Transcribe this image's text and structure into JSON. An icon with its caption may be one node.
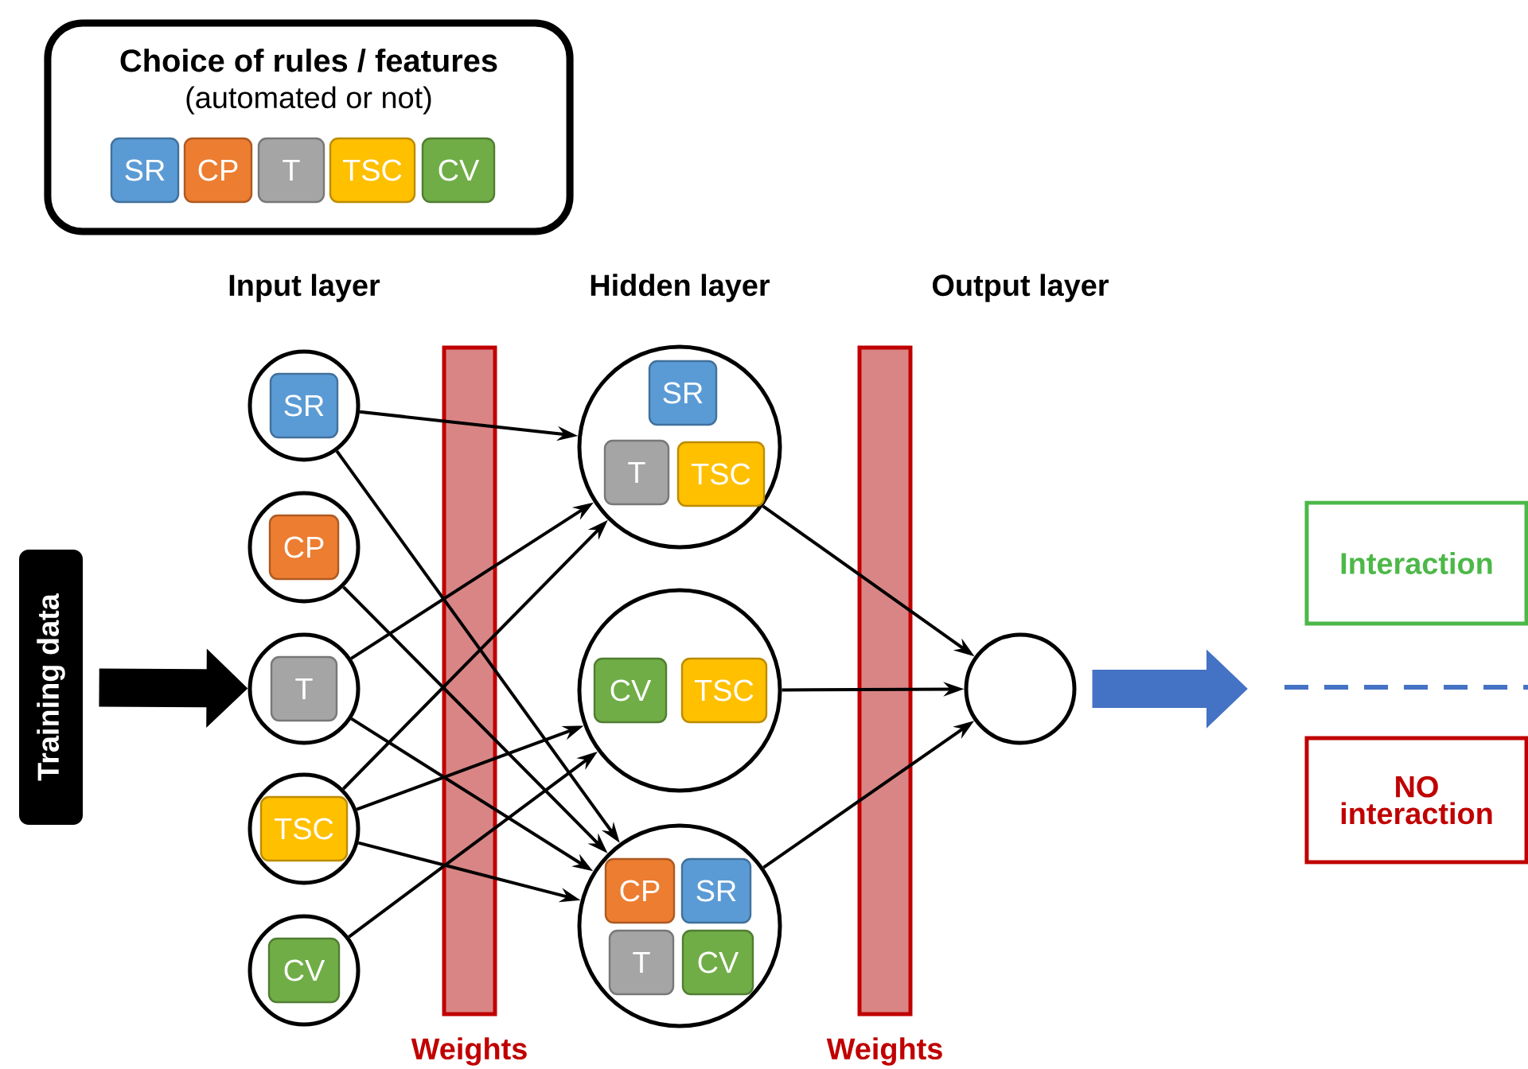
{
  "diagram": {
    "nodes": [
      {
        "text": [
          "Choice of rules / features",
          "(automated or not)"
        ]
      },
      {
        "text": [
          "SR"
        ],
        "in": 0
      },
      {
        "text": [
          "CP"
        ],
        "in": 0
      },
      {
        "text": [
          "T"
        ],
        "in": 0
      },
      {
        "text": [
          "TSC"
        ],
        "in": 0
      },
      {
        "text": [
          "CV"
        ],
        "in": 0
      },
      {
        "text": [
          "Training data"
        ]
      },
      {
        "text": [],
        "shape": "circle"
      },
      {
        "text": [
          "SR"
        ],
        "in": 7
      },
      {
        "text": [],
        "shape": "circle"
      },
      {
        "text": [
          "CP"
        ],
        "in": 9
      },
      {
        "text": [],
        "shape": "circle"
      },
      {
        "text": [
          "T"
        ],
        "in": 11
      },
      {
        "text": [],
        "shape": "circle"
      },
      {
        "text": [
          "TSC"
        ],
        "in": 13
      },
      {
        "text": [],
        "shape": "circle"
      },
      {
        "text": [
          "CV"
        ],
        "in": 15
      },
      {
        "text": [],
        "shape": "circle"
      },
      {
        "text": [
          "SR"
        ],
        "in": 17
      },
      {
        "text": [
          "T"
        ],
        "in": 17
      },
      {
        "text": [
          "TSC"
        ],
        "in": 17
      },
      {
        "text": [],
        "shape": "circle"
      },
      {
        "text": [
          "CV"
        ],
        "in": 21
      },
      {
        "text": [
          "TSC"
        ],
        "in": 21
      },
      {
        "text": [],
        "shape": "circle"
      },
      {
        "text": [
          "CP"
        ],
        "in": 24
      },
      {
        "text": [
          "SR"
        ],
        "in": 24
      },
      {
        "text": [
          "T"
        ],
        "in": 24
      },
      {
        "text": [
          "CV"
        ],
        "in": 24
      },
      {
        "text": [],
        "shape": "circle"
      },
      {
        "text": [
          "Interaction"
        ]
      },
      {
        "text": [
          "NO interaction"
        ]
      }
    ],
    "edges": [
      {
        "from": 6,
        "to": 11,
        "arrow": "to",
        "style": "thick"
      },
      {
        "from": 7,
        "to": 17,
        "arrow": "to"
      },
      {
        "from": 7,
        "to": 24,
        "arrow": "to"
      },
      {
        "from": 9,
        "to": 24,
        "arrow": "to"
      },
      {
        "from": 11,
        "to": 17,
        "arrow": "to"
      },
      {
        "from": 11,
        "to": 24,
        "arrow": "to"
      },
      {
        "from": 13,
        "to": 17,
        "arrow": "to"
      },
      {
        "from": 13,
        "to": 21,
        "arrow": "to"
      },
      {
        "from": 13,
        "to": 24,
        "arrow": "to"
      },
      {
        "from": 15,
        "to": 21,
        "arrow": "to"
      },
      {
        "from": 17,
        "to": 29,
        "arrow": "to"
      },
      {
        "from": 21,
        "to": 29,
        "arrow": "to"
      },
      {
        "from": 24,
        "to": 29,
        "arrow": "to"
      },
      {
        "from": 29,
        "to": null,
        "arrow": "to",
        "style": "thick",
        "color": "#4472c4"
      }
    ],
    "labels": [
      "Input layer",
      "Hidden layer",
      "Output layer",
      "Weights",
      "Weights"
    ]
  }
}
